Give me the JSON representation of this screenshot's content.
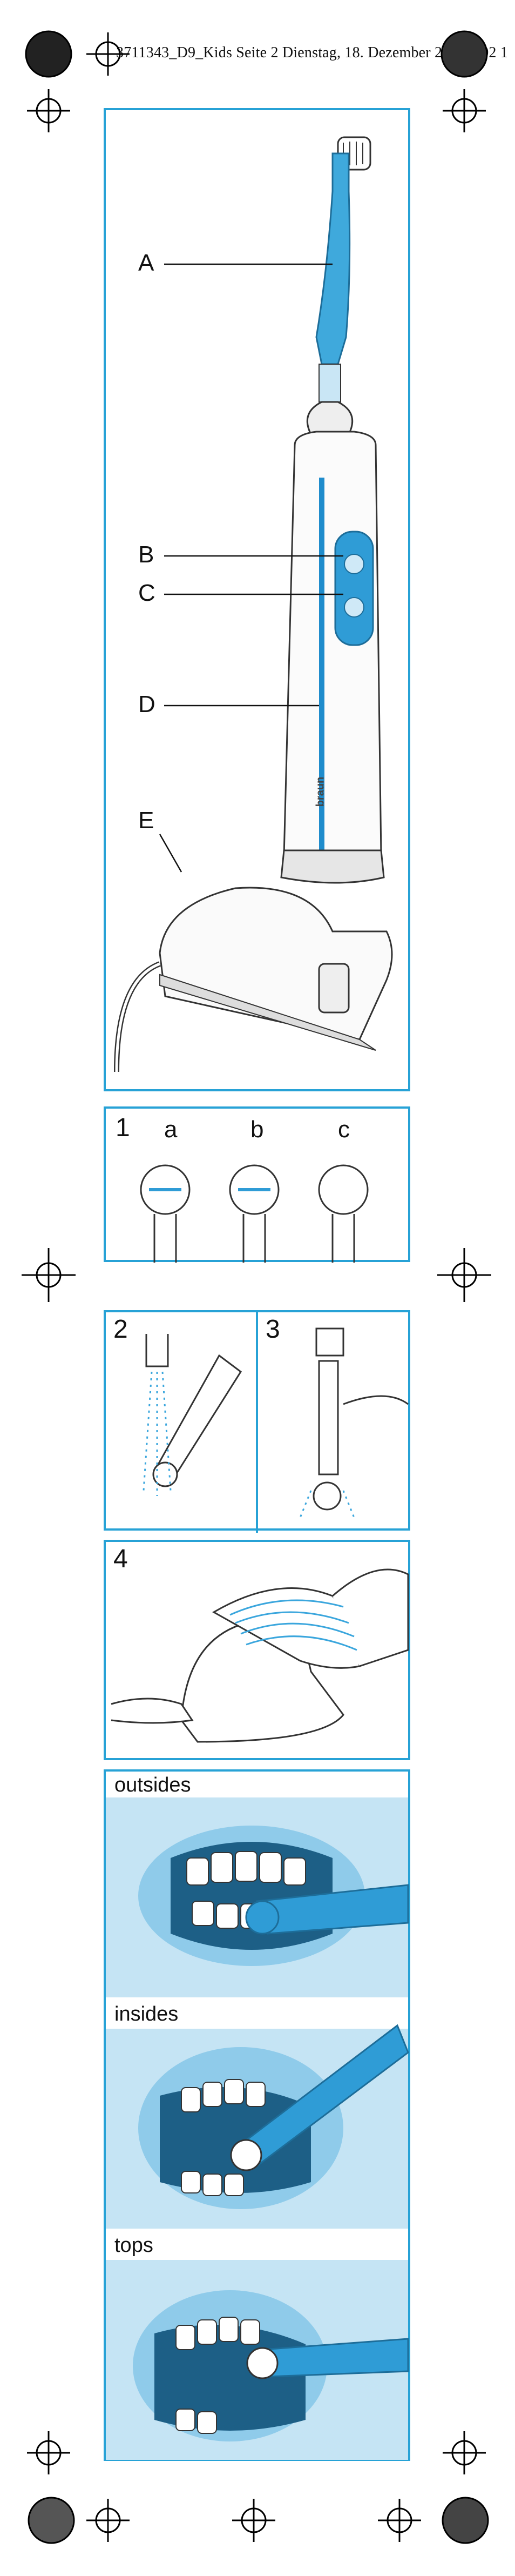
{
  "header": {
    "text": "3711343_D9_Kids  Seite 2  Dienstag, 18. Dezember 2007  3:02 1"
  },
  "figure1": {
    "labels": [
      "A",
      "B",
      "C",
      "D",
      "E"
    ],
    "brand": "braun"
  },
  "step1": {
    "number": "1",
    "variants": [
      "a",
      "b",
      "c"
    ]
  },
  "step2": {
    "number": "2"
  },
  "step3": {
    "number": "3"
  },
  "step4": {
    "number": "4"
  },
  "brushing": {
    "outsides": "outsides",
    "insides": "insides",
    "tops": "tops"
  }
}
